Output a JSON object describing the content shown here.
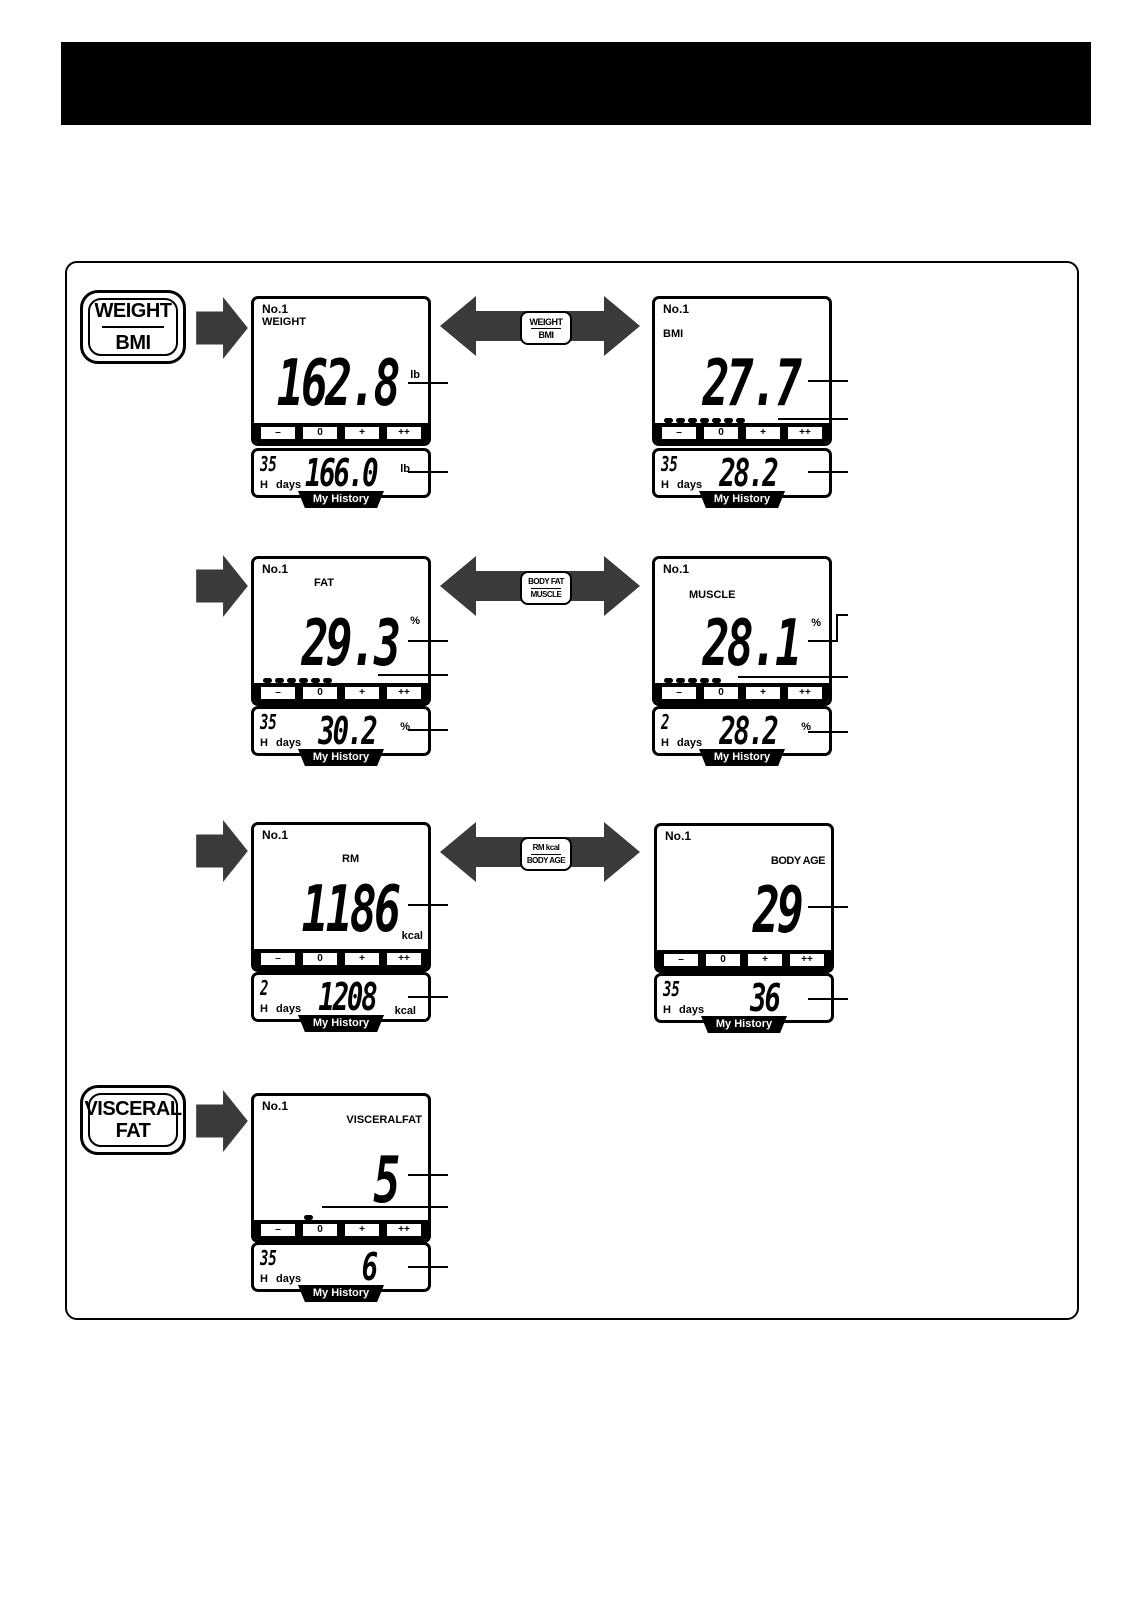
{
  "mode_buttons": {
    "weight_bmi": {
      "top": "WEIGHT",
      "bottom": "BMI"
    },
    "visceral": {
      "line1": "VISCERAL",
      "line2": "FAT"
    }
  },
  "toggle_labels": {
    "weight_bmi": {
      "top": "WEIGHT",
      "bottom": "BMI"
    },
    "fat_muscle": {
      "top": "BODY FAT",
      "bottom": "MUSCLE"
    },
    "rm_age": {
      "top": "RM kcal",
      "bottom": "BODY AGE"
    }
  },
  "scale": [
    "–",
    "0",
    "+",
    "++"
  ],
  "history_tab": "My History",
  "history_h": "H",
  "history_days_label": "days",
  "screens": {
    "weight": {
      "no": "No.1",
      "label": "WEIGHT",
      "value": "162.8",
      "unit": "lb",
      "history_days": "35",
      "history_value": "166.0",
      "history_unit": "lb"
    },
    "bmi": {
      "no": "No.1",
      "label": "BMI",
      "value": "27.7",
      "level": 7,
      "history_days": "35",
      "history_value": "28.2"
    },
    "fat": {
      "no": "No.1",
      "label": "FAT",
      "value": "29.3",
      "unit": "%",
      "level": 6,
      "history_days": "35",
      "history_value": "30.2",
      "history_unit": "%"
    },
    "muscle": {
      "no": "No.1",
      "label": "MUSCLE",
      "value": "28.1",
      "unit": "%",
      "level": 5,
      "history_days": "2",
      "history_value": "28.2",
      "history_unit": "%"
    },
    "rm": {
      "no": "No.1",
      "label": "RM",
      "value": "1186",
      "unit": "kcal",
      "history_days": "2",
      "history_value": "1208",
      "history_unit": "kcal"
    },
    "bodyage": {
      "no": "No.1",
      "label": "BODY AGE",
      "value": "29",
      "history_days": "35",
      "history_value": "36"
    },
    "visceral": {
      "no": "No.1",
      "label": "VISCERALFAT",
      "value": "5",
      "level": 1,
      "history_days": "35",
      "history_value": "6"
    }
  }
}
